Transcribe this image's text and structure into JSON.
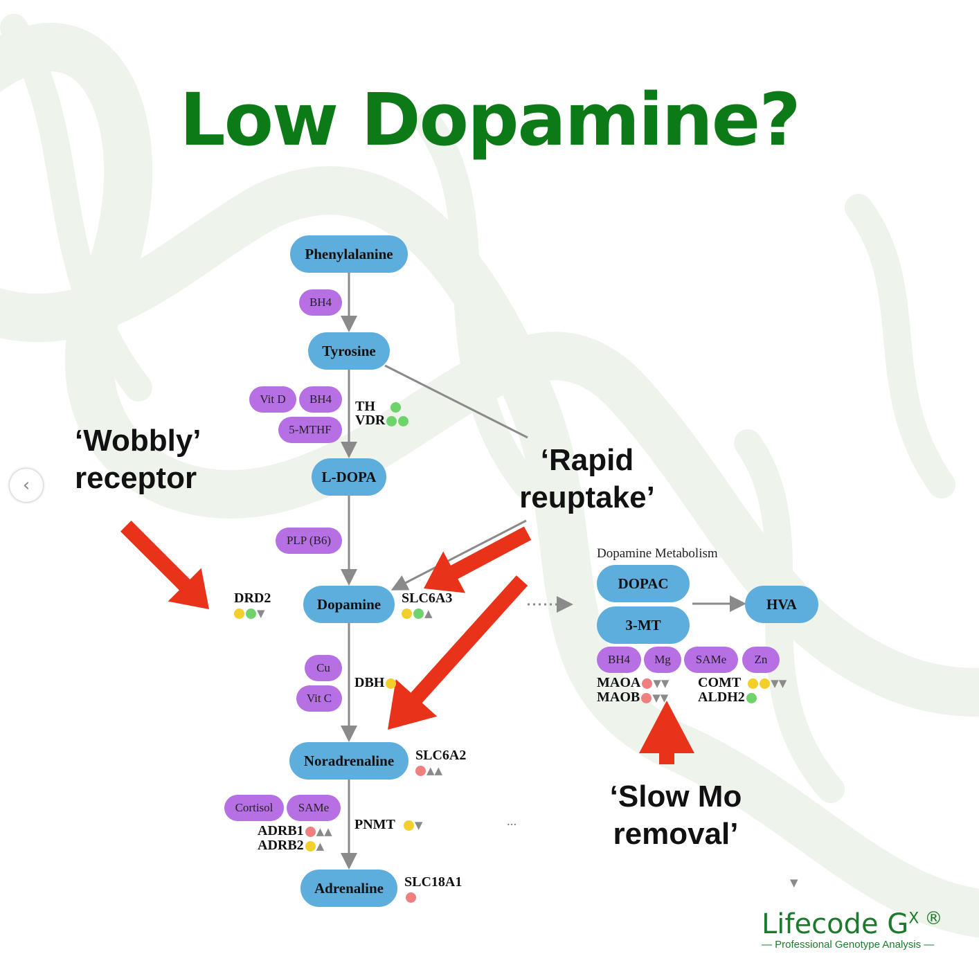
{
  "title": "Low Dopamine?",
  "pathway": {
    "nodes": {
      "phenylalanine": "Phenylalanine",
      "tyrosine": "Tyrosine",
      "ldopa": "L-DOPA",
      "dopamine": "Dopamine",
      "noradrenaline": "Noradrenaline",
      "adrenaline": "Adrenaline",
      "dopac": "DOPAC",
      "mt3": "3-MT",
      "hva": "HVA"
    },
    "cofactors": {
      "bh4_1": "BH4",
      "vitd": "Vit D",
      "bh4_2": "BH4",
      "mthf": "5-MTHF",
      "plp": "PLP (B6)",
      "cu": "Cu",
      "vitc": "Vit C",
      "cortisol": "Cortisol",
      "same_1": "SAMe",
      "bh4_3": "BH4",
      "mg": "Mg",
      "same_2": "SAMe",
      "zn": "Zn"
    },
    "genes": {
      "th": "TH",
      "vdr": "VDR",
      "drd2": "DRD2",
      "slc6a3": "SLC6A3",
      "dbh": "DBH",
      "slc6a2": "SLC6A2",
      "adrb1": "ADRB1",
      "adrb2": "ADRB2",
      "pnmt": "PNMT",
      "slc18a1": "SLC18A1",
      "maoa": "MAOA",
      "maob": "MAOB",
      "comt": "COMT",
      "aldh2": "ALDH2"
    },
    "metabolism_label": "Dopamine Metabolism",
    "ellipsis": "..."
  },
  "callouts": {
    "wobbly_1": "‘Wobbly’",
    "wobbly_2": "receptor",
    "rapid_1": "‘Rapid",
    "rapid_2": "reuptake’",
    "slow_1": "‘Slow Mo",
    "slow_2": "removal’"
  },
  "logo": {
    "name": "Lifecode G",
    "superscript": "X",
    "reg": "®",
    "tagline": "— Professional Genotype Analysis —"
  },
  "colors": {
    "title": "#0c7a16",
    "node": "#5eaedd",
    "cofactor": "#b770e3",
    "arrow": "#e8321a",
    "background_helix": "#eef3ec"
  },
  "icons": {
    "nav": "chevron-left-icon"
  }
}
